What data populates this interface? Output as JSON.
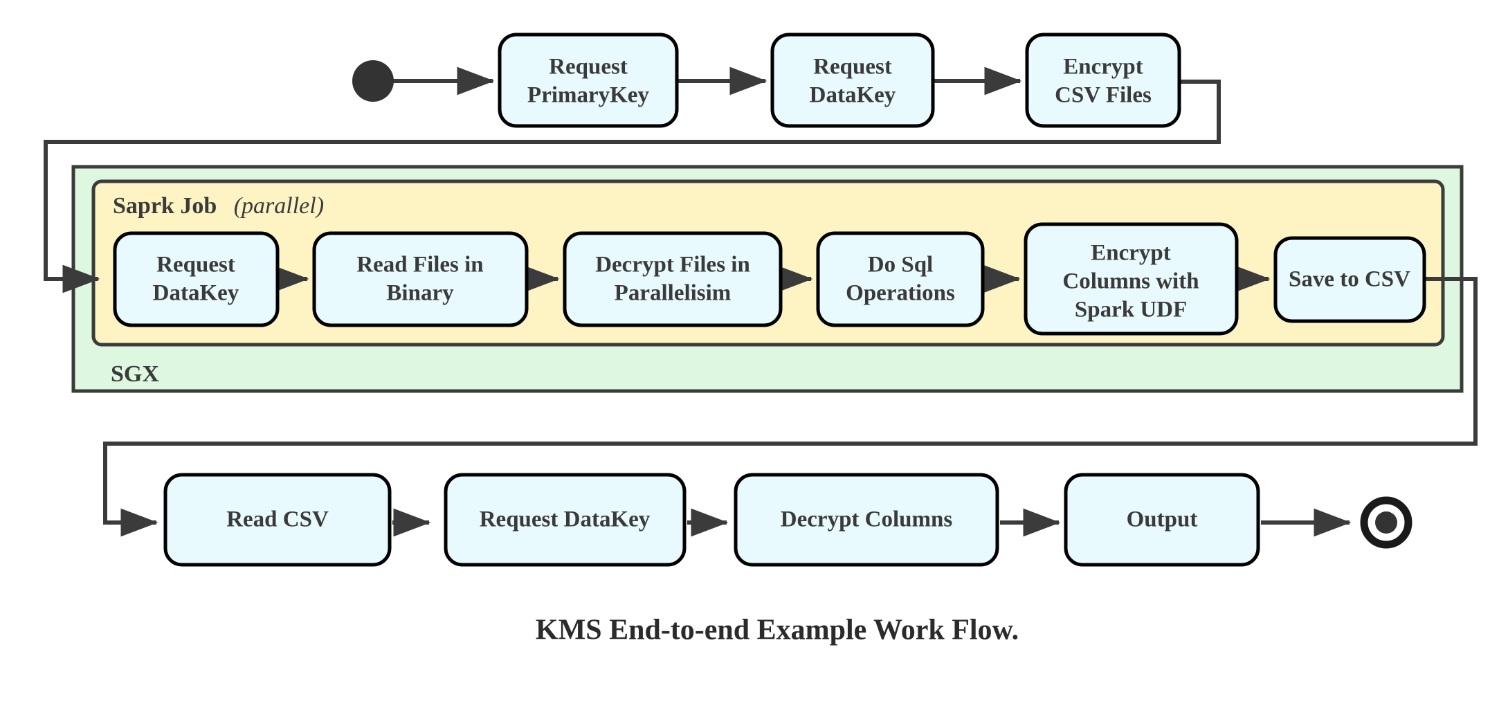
{
  "diagram": {
    "caption": "KMS End-to-end Example Work Flow.",
    "colors": {
      "node_fill": "#e8fafd",
      "node_stroke": "#000000",
      "sgx_fill": "#ddf7e0",
      "spark_fill": "#fdf3c3",
      "edge": "#3b3b3b",
      "text": "#3a3a3a",
      "start_node": "#333333"
    },
    "start_node": {
      "label": "start-state"
    },
    "end_node": {
      "label": "final-state"
    },
    "groups": {
      "sgx": {
        "label": "SGX"
      },
      "spark": {
        "label_bold": "Saprk Job",
        "label_italic": "(parallel)"
      }
    },
    "rows": {
      "top": {
        "name": "top-row",
        "nodes": [
          {
            "id": "request-primarykey",
            "lines": [
              "Request",
              "PrimaryKey"
            ]
          },
          {
            "id": "request-datakey-top",
            "lines": [
              "Request",
              "DataKey"
            ]
          },
          {
            "id": "encrypt-csv-files",
            "lines": [
              "Encrypt",
              "CSV Files"
            ]
          }
        ]
      },
      "spark": {
        "name": "spark-row",
        "nodes": [
          {
            "id": "request-datakey-spark",
            "lines": [
              "Request",
              "DataKey"
            ]
          },
          {
            "id": "read-files-in-binary",
            "lines": [
              "Read Files in",
              "Binary"
            ]
          },
          {
            "id": "decrypt-files-in-parallelisim",
            "lines": [
              "Decrypt Files in",
              "Parallelisim"
            ]
          },
          {
            "id": "do-sql-operations",
            "lines": [
              "Do Sql",
              "Operations"
            ]
          },
          {
            "id": "encrypt-columns-with-spark-udf",
            "lines": [
              "Encrypt",
              "Columns with",
              "Spark UDF"
            ]
          },
          {
            "id": "save-to-csv",
            "lines": [
              "Save to CSV"
            ]
          }
        ]
      },
      "bottom": {
        "name": "bottom-row",
        "nodes": [
          {
            "id": "read-csv",
            "lines": [
              "Read CSV"
            ]
          },
          {
            "id": "request-datakey-bottom",
            "lines": [
              "Request DataKey"
            ]
          },
          {
            "id": "decrypt-columns",
            "lines": [
              "Decrypt Columns"
            ]
          },
          {
            "id": "output",
            "lines": [
              "Output"
            ]
          }
        ]
      }
    }
  }
}
